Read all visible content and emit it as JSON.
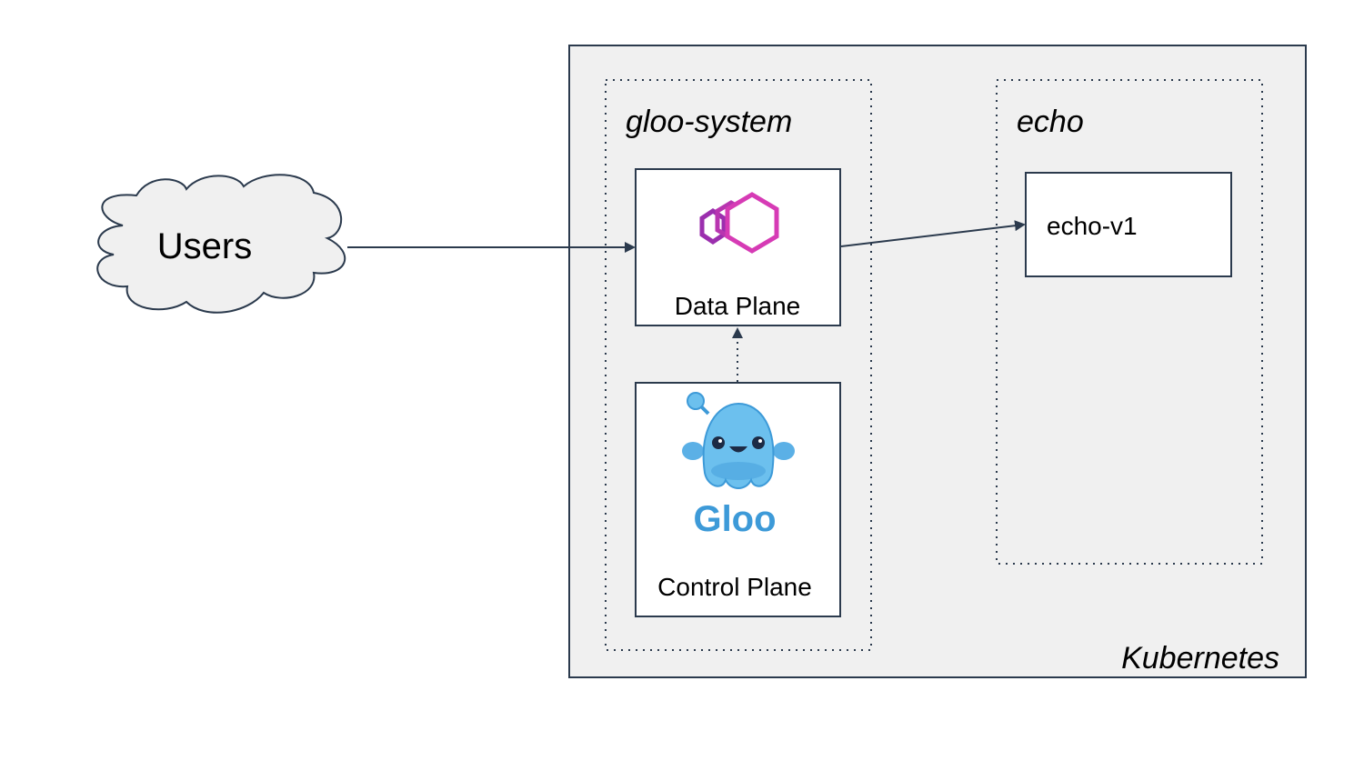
{
  "colors": {
    "line": "#2b3a4d",
    "cluster_fill": "#f0f0f0",
    "box_fill": "#ffffff",
    "envoy_magenta": "#d63bb5",
    "envoy_purple": "#9b2fae",
    "gloo_blue": "#3d9ad8",
    "gloo_light": "#6cc0ee"
  },
  "diagram": {
    "cluster": {
      "label": "Kubernetes"
    },
    "namespaces": [
      {
        "id": "gloo-system",
        "label": "gloo-system"
      },
      {
        "id": "echo",
        "label": "echo"
      }
    ],
    "users": {
      "label": "Users"
    },
    "data_plane": {
      "label": "Data Plane",
      "icon": "envoy-logo-icon"
    },
    "control_plane": {
      "label": "Control Plane",
      "icon": "gloo-mascot-icon",
      "logo_text": "Gloo"
    },
    "echo_service": {
      "label": "echo-v1"
    },
    "edges": [
      {
        "from": "users",
        "to": "data-plane",
        "style": "solid"
      },
      {
        "from": "data-plane",
        "to": "echo-v1",
        "style": "solid"
      },
      {
        "from": "control-plane",
        "to": "data-plane",
        "style": "dotted"
      }
    ]
  }
}
